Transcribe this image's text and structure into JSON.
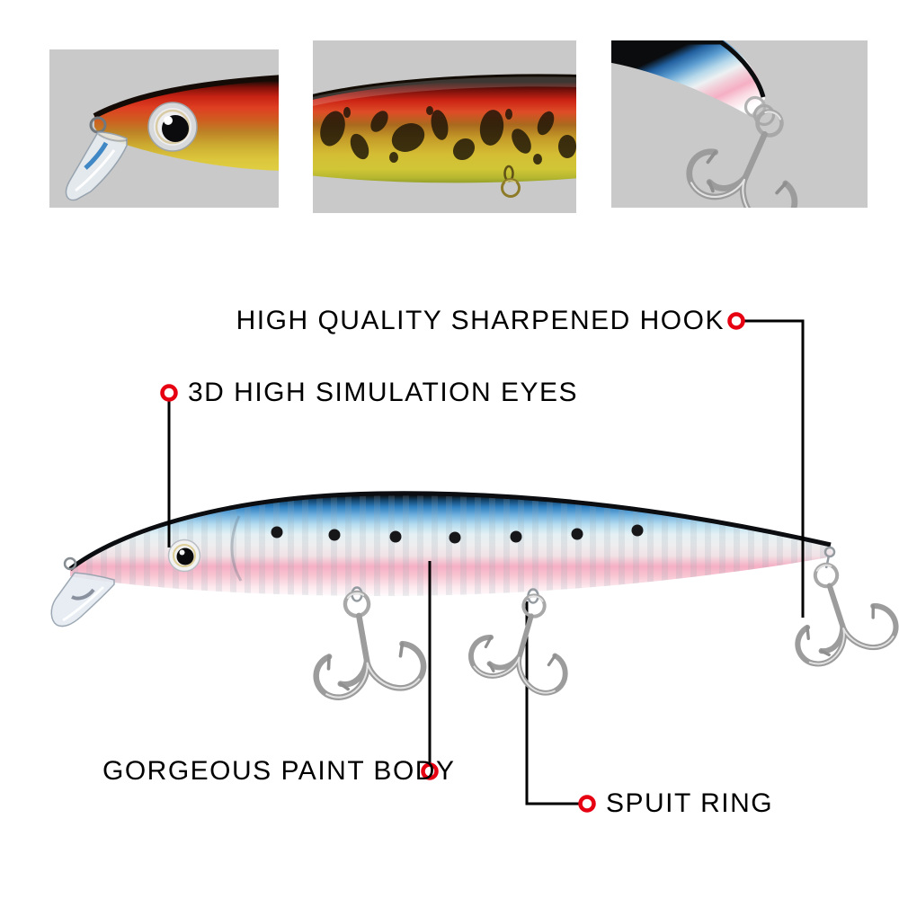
{
  "colors": {
    "page_bg": "#ffffff",
    "panel_bg": "#c9c9c9",
    "accent": "#e60012",
    "line": "#000000",
    "text": "#000000",
    "lure_blue": "#2f7fc0",
    "lure_pink": "#f5afc4"
  },
  "callouts": [
    {
      "id": "sharpened-hook",
      "label": "HIGH QUALITY SHARPENED HOOK"
    },
    {
      "id": "simulation-eyes",
      "label": "3D HIGH SIMULATION EYES"
    },
    {
      "id": "paint-body",
      "label": "GORGEOUS PAINT BODY"
    },
    {
      "id": "spuit-ring",
      "label": "SPUIT RING"
    }
  ]
}
